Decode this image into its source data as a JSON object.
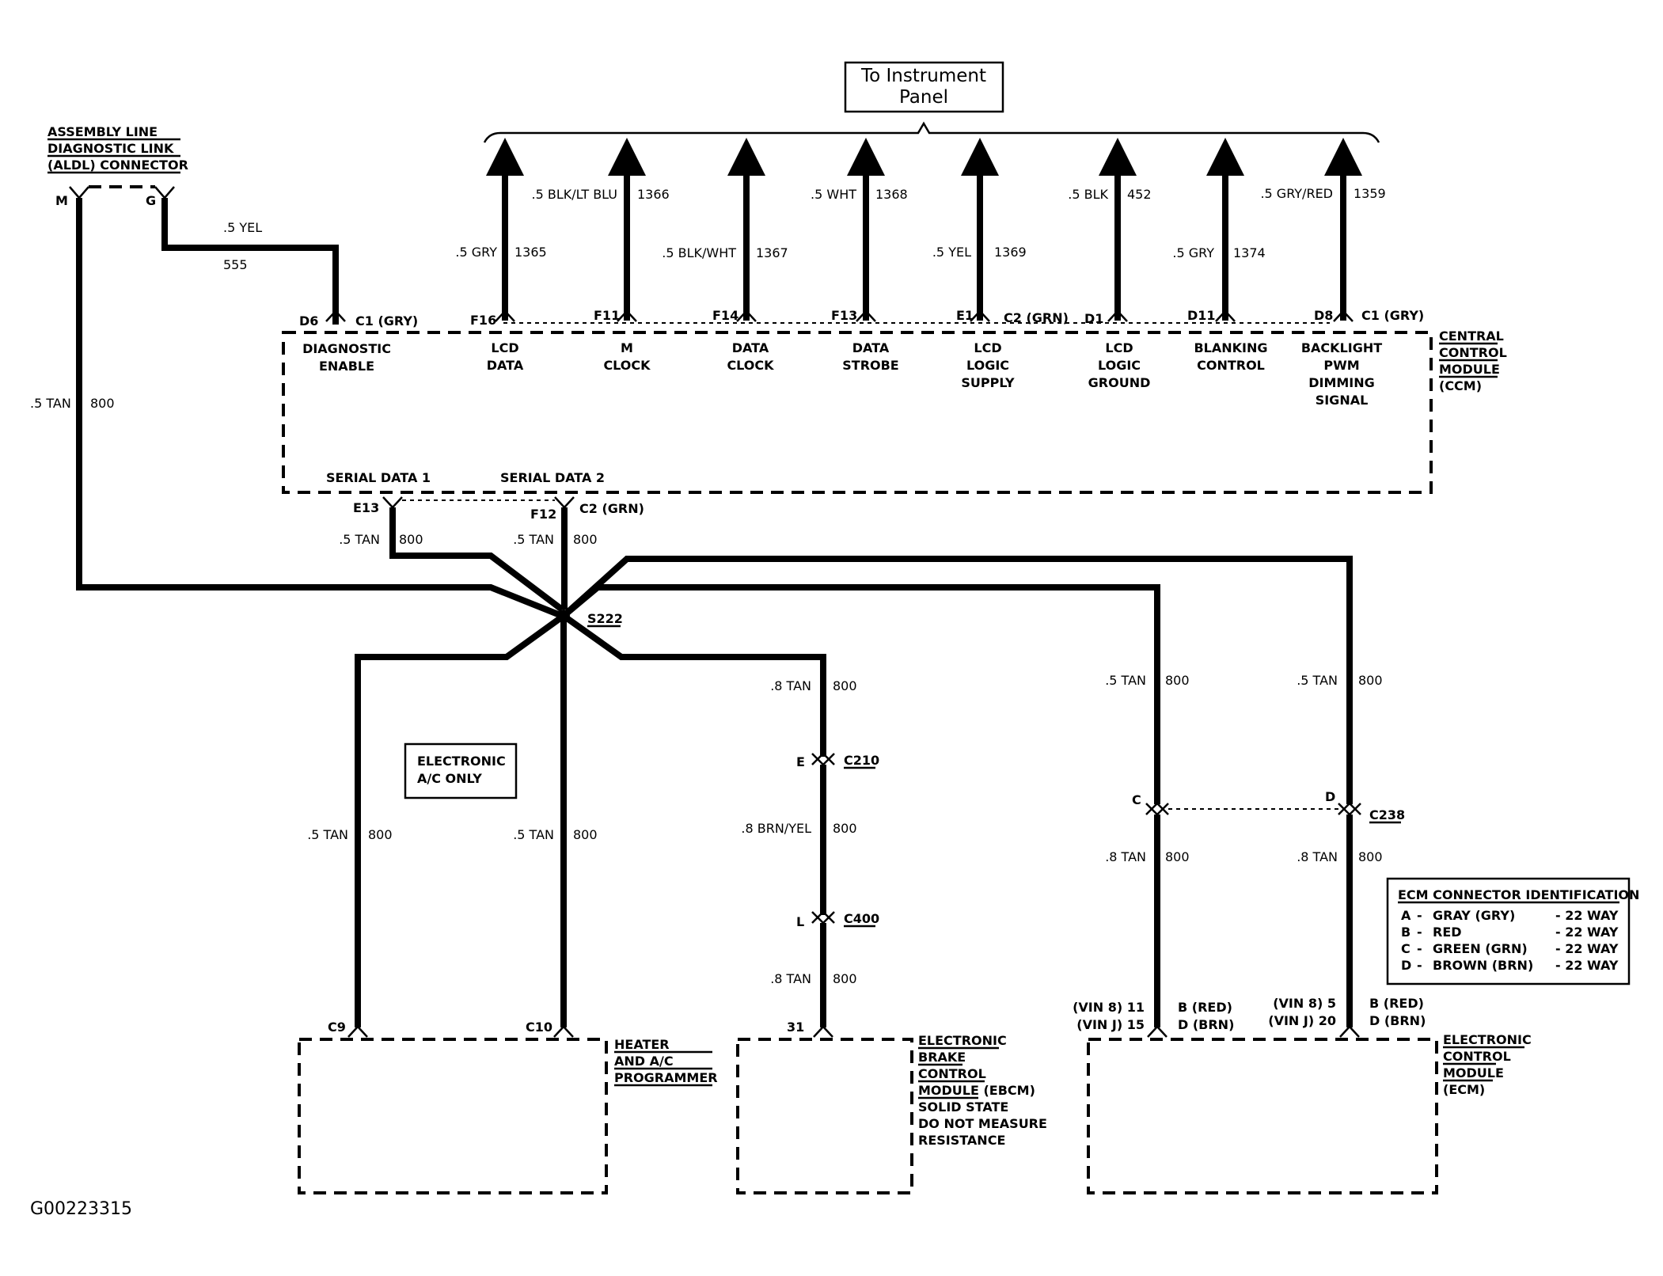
{
  "title_box": {
    "line1": "To Instrument",
    "line2": "Panel"
  },
  "aldl": {
    "title_lines": [
      "ASSEMBLY LINE",
      "DIAGNOSTIC LINK",
      "(ALDL) CONNECTOR"
    ],
    "pin_m": "M",
    "pin_g": "G",
    "wire_yel_color": ".5 YEL",
    "wire_yel_circuit": "555",
    "wire_tan_color": ".5 TAN",
    "wire_tan_circuit": "800"
  },
  "ccm": {
    "title_lines": [
      "CENTRAL",
      "CONTROL",
      "MODULE",
      "(CCM)"
    ],
    "diag_pin": "D6",
    "diag_conn": "C1 (GRY)",
    "diag_label": [
      "DIAGNOSTIC",
      "ENABLE"
    ],
    "pins": [
      {
        "pin": "F16",
        "label": [
          "LCD",
          "DATA"
        ],
        "color": ".5 GRY",
        "circuit": "1365"
      },
      {
        "pin": "F11",
        "label": [
          "M",
          "CLOCK"
        ],
        "color": ".5 BLK/LT BLU",
        "circuit": "1366"
      },
      {
        "pin": "F14",
        "label": [
          "DATA",
          "CLOCK"
        ],
        "color": ".5 BLK/WHT",
        "circuit": "1367"
      },
      {
        "pin": "F13",
        "label": [
          "DATA",
          "STROBE"
        ],
        "color": ".5 WHT",
        "circuit": "1368"
      },
      {
        "pin": "E1",
        "label": [
          "LCD",
          "LOGIC",
          "SUPPLY"
        ],
        "color": ".5 YEL",
        "circuit": "1369"
      },
      {
        "pin": "D1",
        "label": [
          "LCD",
          "LOGIC",
          "GROUND"
        ],
        "color": ".5 BLK",
        "circuit": "452"
      },
      {
        "pin": "D11",
        "label": [
          "BLANKING",
          "CONTROL"
        ],
        "color": ".5 GRY",
        "circuit": "1374"
      },
      {
        "pin": "D8",
        "label": [
          "BACKLIGHT",
          "PWM",
          "DIMMING",
          "SIGNAL"
        ],
        "color": ".5 GRY/RED",
        "circuit": "1359"
      }
    ],
    "c2_label": "C2 (GRN)",
    "c1_label": "C1 (GRY)",
    "serial1": "SERIAL DATA 1",
    "serial2": "SERIAL DATA 2",
    "serial1_pin": "E13",
    "serial2_pin": "F12",
    "serial2_conn": "C2 (GRN)",
    "serial1_color": ".5 TAN",
    "serial1_circuit": "800",
    "serial2_color": ".5 TAN",
    "serial2_circuit": "800"
  },
  "splice": "S222",
  "hvac": {
    "note_lines": [
      "ELECTRONIC",
      "A/C ONLY"
    ],
    "w1_color": ".5 TAN",
    "w1_circuit": "800",
    "w2_color": ".5 TAN",
    "w2_circuit": "800",
    "pin1": "C9",
    "pin2": "C10",
    "title_lines": [
      "HEATER",
      "AND A/C",
      "PROGRAMMER"
    ]
  },
  "ebcm": {
    "w1_color": ".8 TAN",
    "w1_circuit": "800",
    "c210_pin": "E",
    "c210": "C210",
    "w2_color": ".8 BRN/YEL",
    "w2_circuit": "800",
    "c400_pin": "L",
    "c400": "C400",
    "w3_color": ".8 TAN",
    "w3_circuit": "800",
    "pin": "31",
    "title_lines": [
      "ELECTRONIC",
      "BRAKE",
      "CONTROL",
      "MODULE (EBCM)"
    ],
    "note_lines": [
      "SOLID STATE",
      "DO NOT MEASURE",
      "RESISTANCE"
    ]
  },
  "ecm": {
    "w_left_color": ".5 TAN",
    "w_left_circuit": "800",
    "w_right_color": ".5 TAN",
    "w_right_circuit": "800",
    "c238_left_pin": "C",
    "c238_right_pin": "D",
    "c238": "C238",
    "w_left2_color": ".8 TAN",
    "w_left2_circuit": "800",
    "w_right2_color": ".8 TAN",
    "w_right2_circuit": "800",
    "left_pins": [
      "(VIN 8)  11",
      "(VIN J)  15"
    ],
    "left_conns": [
      "B (RED)",
      "D (BRN)"
    ],
    "right_pins": [
      "(VIN 8)  5",
      "(VIN J)  20"
    ],
    "right_conns": [
      "B (RED)",
      "D (BRN)"
    ],
    "title_lines": [
      "ELECTRONIC",
      "CONTROL",
      "MODULE",
      "(ECM)"
    ]
  },
  "ecm_id": {
    "title": "ECM CONNECTOR IDENTIFICATION",
    "rows": [
      {
        "letter": "A",
        "name": "GRAY (GRY)",
        "ways": "- 22 WAY"
      },
      {
        "letter": "B",
        "name": "RED",
        "ways": "- 22 WAY"
      },
      {
        "letter": "C",
        "name": "GREEN (GRN)",
        "ways": "- 22 WAY"
      },
      {
        "letter": "D",
        "name": "BROWN (BRN)",
        "ways": "- 22 WAY"
      }
    ]
  },
  "figure_id": "G00223315"
}
